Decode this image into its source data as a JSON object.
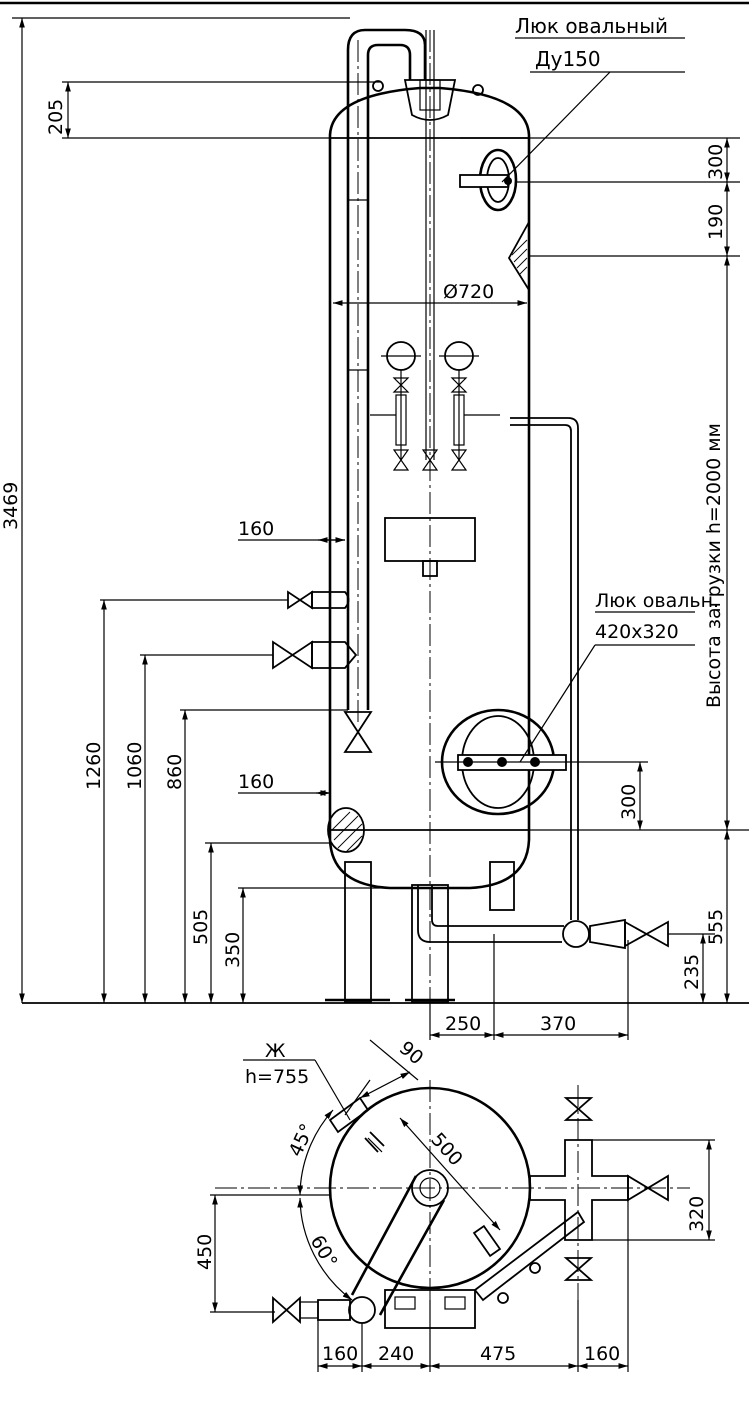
{
  "labels": {
    "hatch_top": "Люк овальный",
    "hatch_top_size": "Ду150",
    "hatch_side": "Люк овальн.",
    "hatch_side_size": "420x320",
    "diameter": "Ø720",
    "load_height": "Высота загрузки h=2000 мм",
    "mark_zh": "Ж",
    "mark_h": "h=755"
  },
  "dims": {
    "d3469": "3469",
    "d205": "205",
    "d300a": "300",
    "d190": "190",
    "d160a": "160",
    "d160b": "160",
    "d1260": "1260",
    "d1060": "1060",
    "d860": "860",
    "d505": "505",
    "d350": "350",
    "d300b": "300",
    "d555": "555",
    "d235": "235",
    "d250": "250",
    "d370": "370",
    "d90": "90",
    "d500": "500",
    "a45": "45°",
    "a60": "60°",
    "d450": "450",
    "d320": "320",
    "d160c": "160",
    "d240": "240",
    "d475": "475",
    "d160d": "160"
  }
}
